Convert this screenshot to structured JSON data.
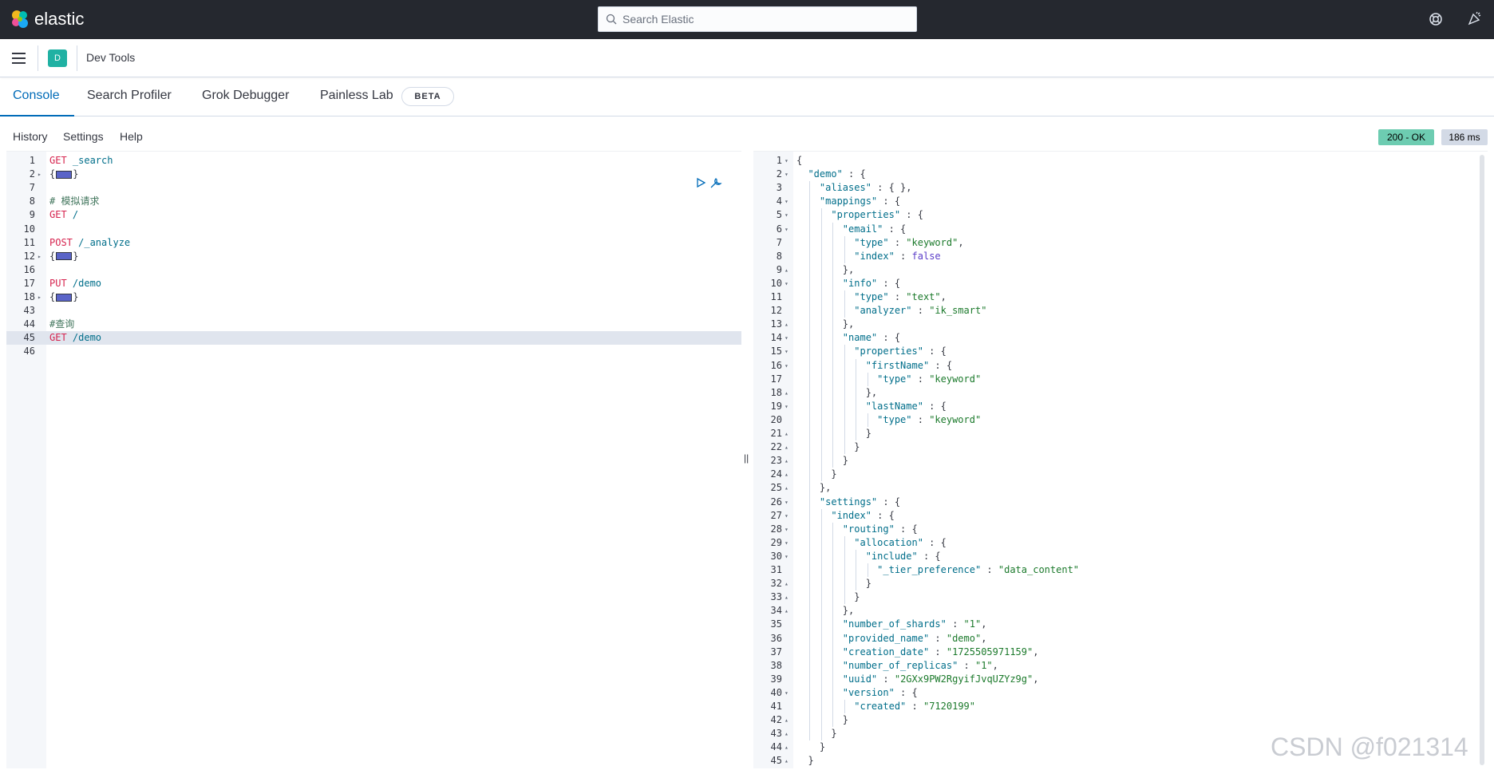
{
  "header": {
    "brand": "elastic",
    "search_placeholder": "Search Elastic"
  },
  "subheader": {
    "space_initial": "D",
    "breadcrumb": "Dev Tools"
  },
  "tabs": [
    {
      "label": "Console",
      "active": true
    },
    {
      "label": "Search Profiler",
      "active": false
    },
    {
      "label": "Grok Debugger",
      "active": false
    },
    {
      "label": "Painless Lab",
      "active": false
    }
  ],
  "beta_badge": "BETA",
  "console_nav": {
    "history": "History",
    "settings": "Settings",
    "help": "Help"
  },
  "response_status": {
    "status": "200 - OK",
    "time": "186 ms"
  },
  "request_editor": {
    "lines": [
      {
        "n": "1",
        "segments": [
          {
            "t": "GET",
            "c": "kw"
          },
          {
            "t": " _search",
            "c": "path"
          }
        ]
      },
      {
        "n": "2",
        "fold": "▸",
        "segments": [
          {
            "t": "{",
            "c": "pun"
          },
          {
            "t": "",
            "c": "collapsed"
          },
          {
            "t": "}",
            "c": "pun"
          }
        ]
      },
      {
        "n": "7",
        "segments": []
      },
      {
        "n": "8",
        "segments": [
          {
            "t": "# 模拟请求",
            "c": "cm"
          }
        ]
      },
      {
        "n": "9",
        "segments": [
          {
            "t": "GET",
            "c": "kw"
          },
          {
            "t": " /",
            "c": "path"
          }
        ]
      },
      {
        "n": "10",
        "segments": []
      },
      {
        "n": "11",
        "segments": [
          {
            "t": "POST",
            "c": "kw"
          },
          {
            "t": " /_analyze",
            "c": "path"
          }
        ]
      },
      {
        "n": "12",
        "fold": "▸",
        "segments": [
          {
            "t": "{",
            "c": "pun"
          },
          {
            "t": "",
            "c": "collapsed"
          },
          {
            "t": "}",
            "c": "pun"
          }
        ]
      },
      {
        "n": "16",
        "segments": []
      },
      {
        "n": "17",
        "segments": [
          {
            "t": "PUT",
            "c": "kw"
          },
          {
            "t": " /demo",
            "c": "path"
          }
        ]
      },
      {
        "n": "18",
        "fold": "▸",
        "segments": [
          {
            "t": "{",
            "c": "pun"
          },
          {
            "t": "",
            "c": "collapsed"
          },
          {
            "t": "}",
            "c": "pun"
          }
        ]
      },
      {
        "n": "43",
        "segments": []
      },
      {
        "n": "44",
        "segments": [
          {
            "t": "#查询",
            "c": "cm"
          }
        ]
      },
      {
        "n": "45",
        "active": true,
        "segments": [
          {
            "t": "GET",
            "c": "kw"
          },
          {
            "t": " /demo",
            "c": "path"
          }
        ]
      },
      {
        "n": "46",
        "segments": []
      }
    ]
  },
  "response_editor": {
    "lines": [
      {
        "n": "1",
        "fold": "▾",
        "segments": [
          {
            "t": "{",
            "c": "pun"
          }
        ]
      },
      {
        "n": "2",
        "fold": "▾",
        "segments": [
          {
            "t": "  \"demo\"",
            "c": "key"
          },
          {
            "t": " : {",
            "c": "pun"
          }
        ]
      },
      {
        "n": "3",
        "segments": [
          {
            "t": "    \"aliases\"",
            "c": "key"
          },
          {
            "t": " : { },",
            "c": "pun"
          }
        ]
      },
      {
        "n": "4",
        "fold": "▾",
        "segments": [
          {
            "t": "    \"mappings\"",
            "c": "key"
          },
          {
            "t": " : {",
            "c": "pun"
          }
        ]
      },
      {
        "n": "5",
        "fold": "▾",
        "segments": [
          {
            "t": "      \"properties\"",
            "c": "key"
          },
          {
            "t": " : {",
            "c": "pun"
          }
        ]
      },
      {
        "n": "6",
        "fold": "▾",
        "segments": [
          {
            "t": "        \"email\"",
            "c": "key"
          },
          {
            "t": " : {",
            "c": "pun"
          }
        ]
      },
      {
        "n": "7",
        "segments": [
          {
            "t": "          \"type\"",
            "c": "key"
          },
          {
            "t": " : ",
            "c": "pun"
          },
          {
            "t": "\"keyword\"",
            "c": "str"
          },
          {
            "t": ",",
            "c": "pun"
          }
        ]
      },
      {
        "n": "8",
        "segments": [
          {
            "t": "          \"index\"",
            "c": "key"
          },
          {
            "t": " : ",
            "c": "pun"
          },
          {
            "t": "false",
            "c": "bool"
          }
        ]
      },
      {
        "n": "9",
        "fold": "▴",
        "segments": [
          {
            "t": "        },",
            "c": "pun"
          }
        ]
      },
      {
        "n": "10",
        "fold": "▾",
        "segments": [
          {
            "t": "        \"info\"",
            "c": "key"
          },
          {
            "t": " : {",
            "c": "pun"
          }
        ]
      },
      {
        "n": "11",
        "segments": [
          {
            "t": "          \"type\"",
            "c": "key"
          },
          {
            "t": " : ",
            "c": "pun"
          },
          {
            "t": "\"text\"",
            "c": "str"
          },
          {
            "t": ",",
            "c": "pun"
          }
        ]
      },
      {
        "n": "12",
        "segments": [
          {
            "t": "          \"analyzer\"",
            "c": "key"
          },
          {
            "t": " : ",
            "c": "pun"
          },
          {
            "t": "\"ik_smart\"",
            "c": "str"
          }
        ]
      },
      {
        "n": "13",
        "fold": "▴",
        "segments": [
          {
            "t": "        },",
            "c": "pun"
          }
        ]
      },
      {
        "n": "14",
        "fold": "▾",
        "segments": [
          {
            "t": "        \"name\"",
            "c": "key"
          },
          {
            "t": " : {",
            "c": "pun"
          }
        ]
      },
      {
        "n": "15",
        "fold": "▾",
        "segments": [
          {
            "t": "          \"properties\"",
            "c": "key"
          },
          {
            "t": " : {",
            "c": "pun"
          }
        ]
      },
      {
        "n": "16",
        "fold": "▾",
        "segments": [
          {
            "t": "            \"firstName\"",
            "c": "key"
          },
          {
            "t": " : {",
            "c": "pun"
          }
        ]
      },
      {
        "n": "17",
        "segments": [
          {
            "t": "              \"type\"",
            "c": "key"
          },
          {
            "t": " : ",
            "c": "pun"
          },
          {
            "t": "\"keyword\"",
            "c": "str"
          }
        ]
      },
      {
        "n": "18",
        "fold": "▴",
        "segments": [
          {
            "t": "            },",
            "c": "pun"
          }
        ]
      },
      {
        "n": "19",
        "fold": "▾",
        "segments": [
          {
            "t": "            \"lastName\"",
            "c": "key"
          },
          {
            "t": " : {",
            "c": "pun"
          }
        ]
      },
      {
        "n": "20",
        "segments": [
          {
            "t": "              \"type\"",
            "c": "key"
          },
          {
            "t": " : ",
            "c": "pun"
          },
          {
            "t": "\"keyword\"",
            "c": "str"
          }
        ]
      },
      {
        "n": "21",
        "fold": "▴",
        "segments": [
          {
            "t": "            }",
            "c": "pun"
          }
        ]
      },
      {
        "n": "22",
        "fold": "▴",
        "segments": [
          {
            "t": "          }",
            "c": "pun"
          }
        ]
      },
      {
        "n": "23",
        "fold": "▴",
        "segments": [
          {
            "t": "        }",
            "c": "pun"
          }
        ]
      },
      {
        "n": "24",
        "fold": "▴",
        "segments": [
          {
            "t": "      }",
            "c": "pun"
          }
        ]
      },
      {
        "n": "25",
        "fold": "▴",
        "segments": [
          {
            "t": "    },",
            "c": "pun"
          }
        ]
      },
      {
        "n": "26",
        "fold": "▾",
        "segments": [
          {
            "t": "    \"settings\"",
            "c": "key"
          },
          {
            "t": " : {",
            "c": "pun"
          }
        ]
      },
      {
        "n": "27",
        "fold": "▾",
        "segments": [
          {
            "t": "      \"index\"",
            "c": "key"
          },
          {
            "t": " : {",
            "c": "pun"
          }
        ]
      },
      {
        "n": "28",
        "fold": "▾",
        "segments": [
          {
            "t": "        \"routing\"",
            "c": "key"
          },
          {
            "t": " : {",
            "c": "pun"
          }
        ]
      },
      {
        "n": "29",
        "fold": "▾",
        "segments": [
          {
            "t": "          \"allocation\"",
            "c": "key"
          },
          {
            "t": " : {",
            "c": "pun"
          }
        ]
      },
      {
        "n": "30",
        "fold": "▾",
        "segments": [
          {
            "t": "            \"include\"",
            "c": "key"
          },
          {
            "t": " : {",
            "c": "pun"
          }
        ]
      },
      {
        "n": "31",
        "segments": [
          {
            "t": "              \"_tier_preference\"",
            "c": "key"
          },
          {
            "t": " : ",
            "c": "pun"
          },
          {
            "t": "\"data_content\"",
            "c": "str"
          }
        ]
      },
      {
        "n": "32",
        "fold": "▴",
        "segments": [
          {
            "t": "            }",
            "c": "pun"
          }
        ]
      },
      {
        "n": "33",
        "fold": "▴",
        "segments": [
          {
            "t": "          }",
            "c": "pun"
          }
        ]
      },
      {
        "n": "34",
        "fold": "▴",
        "segments": [
          {
            "t": "        },",
            "c": "pun"
          }
        ]
      },
      {
        "n": "35",
        "segments": [
          {
            "t": "        \"number_of_shards\"",
            "c": "key"
          },
          {
            "t": " : ",
            "c": "pun"
          },
          {
            "t": "\"1\"",
            "c": "str"
          },
          {
            "t": ",",
            "c": "pun"
          }
        ]
      },
      {
        "n": "36",
        "segments": [
          {
            "t": "        \"provided_name\"",
            "c": "key"
          },
          {
            "t": " : ",
            "c": "pun"
          },
          {
            "t": "\"demo\"",
            "c": "str"
          },
          {
            "t": ",",
            "c": "pun"
          }
        ]
      },
      {
        "n": "37",
        "segments": [
          {
            "t": "        \"creation_date\"",
            "c": "key"
          },
          {
            "t": " : ",
            "c": "pun"
          },
          {
            "t": "\"1725505971159\"",
            "c": "str"
          },
          {
            "t": ",",
            "c": "pun"
          }
        ]
      },
      {
        "n": "38",
        "segments": [
          {
            "t": "        \"number_of_replicas\"",
            "c": "key"
          },
          {
            "t": " : ",
            "c": "pun"
          },
          {
            "t": "\"1\"",
            "c": "str"
          },
          {
            "t": ",",
            "c": "pun"
          }
        ]
      },
      {
        "n": "39",
        "segments": [
          {
            "t": "        \"uuid\"",
            "c": "key"
          },
          {
            "t": " : ",
            "c": "pun"
          },
          {
            "t": "\"2GXx9PW2RgyifJvqUZYz9g\"",
            "c": "str"
          },
          {
            "t": ",",
            "c": "pun"
          }
        ]
      },
      {
        "n": "40",
        "fold": "▾",
        "segments": [
          {
            "t": "        \"version\"",
            "c": "key"
          },
          {
            "t": " : {",
            "c": "pun"
          }
        ]
      },
      {
        "n": "41",
        "segments": [
          {
            "t": "          \"created\"",
            "c": "key"
          },
          {
            "t": " : ",
            "c": "pun"
          },
          {
            "t": "\"7120199\"",
            "c": "str"
          }
        ]
      },
      {
        "n": "42",
        "fold": "▴",
        "segments": [
          {
            "t": "        }",
            "c": "pun"
          }
        ]
      },
      {
        "n": "43",
        "fold": "▴",
        "segments": [
          {
            "t": "      }",
            "c": "pun"
          }
        ]
      },
      {
        "n": "44",
        "fold": "▴",
        "segments": [
          {
            "t": "    }",
            "c": "pun"
          }
        ]
      },
      {
        "n": "45",
        "fold": "▴",
        "segments": [
          {
            "t": "  }",
            "c": "pun"
          }
        ]
      }
    ]
  },
  "watermark": "CSDN @f021314",
  "colors": {
    "header_bg": "#25282f",
    "accent": "#006bb8",
    "space_avatar": "#20b1a3",
    "status_ok": "#6dccb1"
  }
}
